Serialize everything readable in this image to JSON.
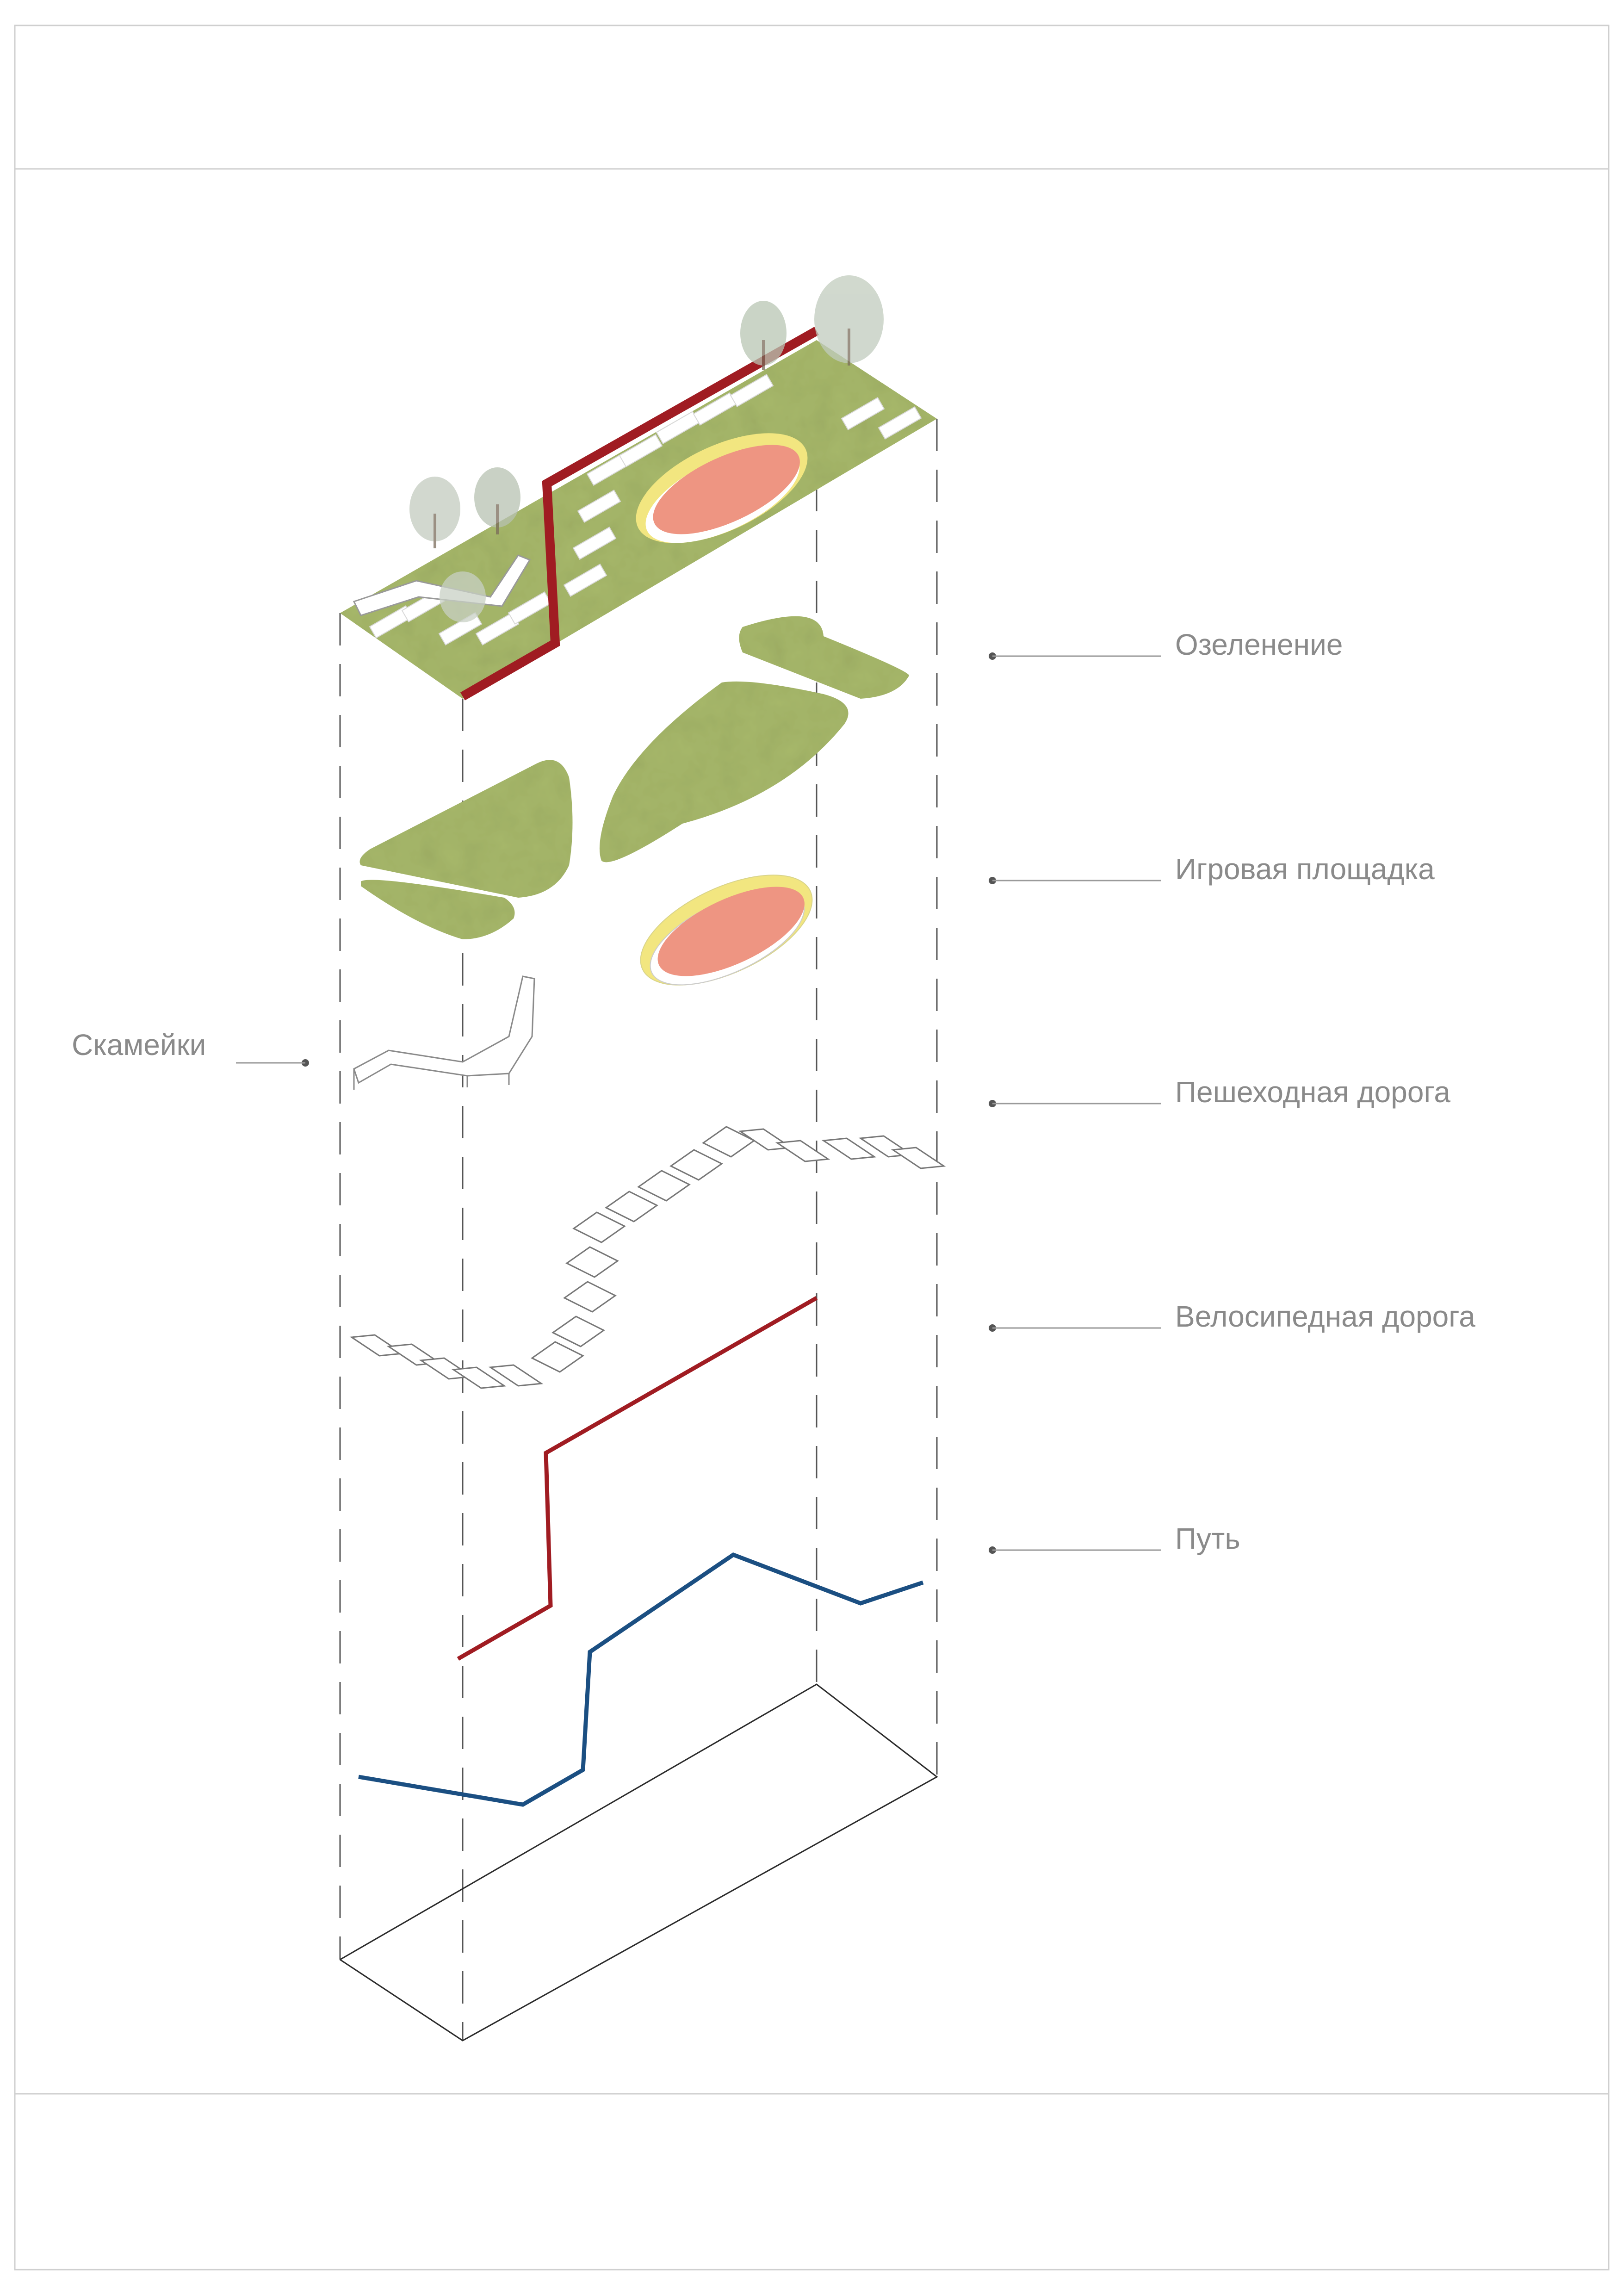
{
  "labels": {
    "greenery": "Озеленение",
    "playground": "Игровая площадка",
    "benches": "Скамейки",
    "pedestrian_road": "Пешеходная дорога",
    "bicycle_road": "Велосипедная дорога",
    "path": "Путь"
  },
  "colors": {
    "greenery": "#a7b86a",
    "play_pink": "#ee9582",
    "play_yellow": "#f2e680",
    "bicycle_red": "#a01c22",
    "path_blue": "#1b4f82",
    "label_gray": "#8a8a8a"
  }
}
